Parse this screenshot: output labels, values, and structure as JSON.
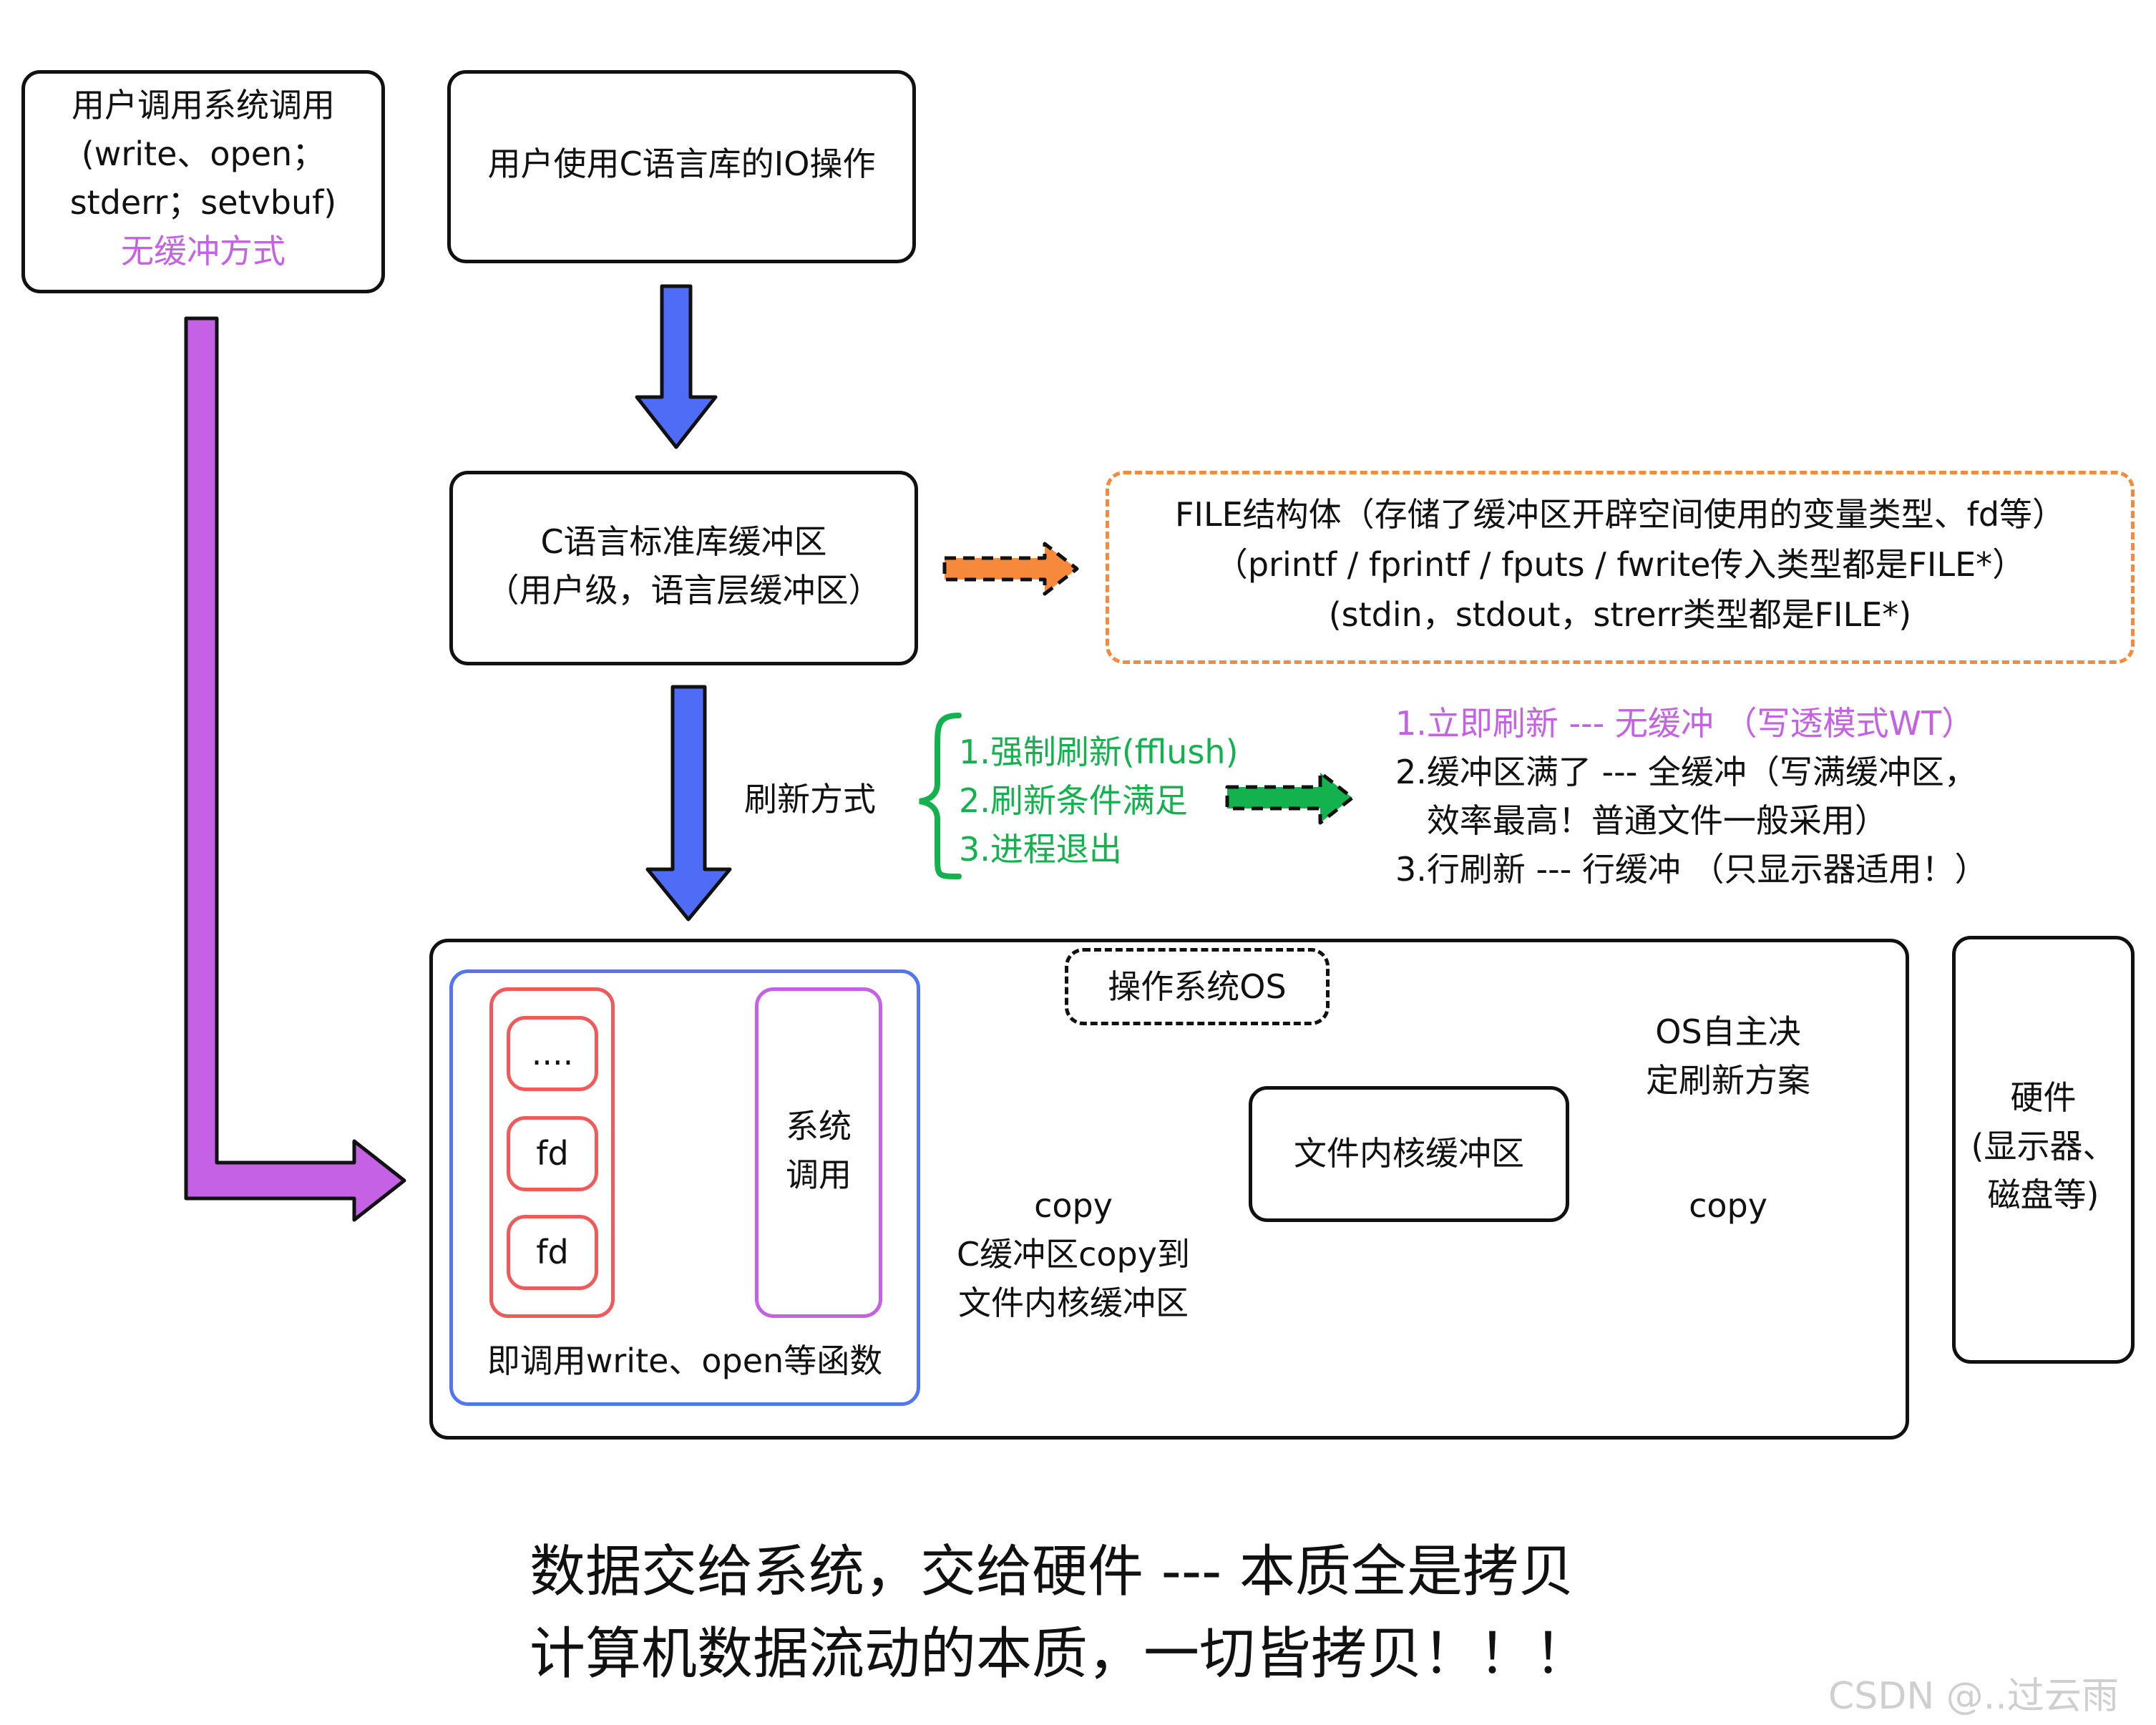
{
  "user_syscall": {
    "line1": "用户调用系统调用",
    "line2": "(write、open；",
    "line3": "stderr；setvbuf)",
    "note": "无缓冲方式"
  },
  "c_io": {
    "label": "用户使用C语言库的IO操作"
  },
  "c_buffer": {
    "line1": "C语言标准库缓冲区",
    "line2": "（用户级，语言层缓冲区）"
  },
  "file_struct": {
    "line1": "FILE结构体（存储了缓冲区开辟空间使用的变量类型、fd等）",
    "line2": "（printf / fprintf / fputs / fwrite传入类型都是FILE*）",
    "line3": "(stdin，stdout，strerr类型都是FILE*)"
  },
  "flush": {
    "label": "刷新方式",
    "conditions": [
      "1.强制刷新(fflush)",
      "2.刷新条件满足",
      "3.进程退出"
    ],
    "modes": [
      "1.立即刷新 --- 无缓冲 （写透模式WT）",
      "2.缓冲区满了 --- 全缓冲（写满缓冲区，",
      "   效率最高！普通文件一般采用）",
      "3.行刷新 --- 行缓冲 （只显示器适用！）"
    ]
  },
  "os": {
    "title": "操作系统OS",
    "fd_items": [
      "....",
      "fd",
      "fd"
    ],
    "syscall_line1": "系统",
    "syscall_line2": "调用",
    "caption": "即调用write、open等函数",
    "copy1": "copy",
    "copy1_desc_1": "C缓冲区copy到",
    "copy1_desc_2": "文件内核缓冲区",
    "kernel_buffer": "文件内核缓冲区",
    "os_decide_1": "OS自主决",
    "os_decide_2": "定刷新方案",
    "copy2": "copy"
  },
  "hardware": {
    "line1": "硬件",
    "line2": "(显示器、",
    "line3": "磁盘等)"
  },
  "summary": {
    "line1": "数据交给系统，交给硬件 --- 本质全是拷贝",
    "line2": "计算机数据流动的本质，一切皆拷贝！！！"
  },
  "watermark": "CSDN @..过云雨",
  "colors": {
    "blue_arrow": "#4f6cf6",
    "purple": "#c461e4",
    "orange": "#f6893b",
    "green": "#13b24f",
    "red": "#ef5b5b",
    "blue_border": "#5275f0"
  }
}
